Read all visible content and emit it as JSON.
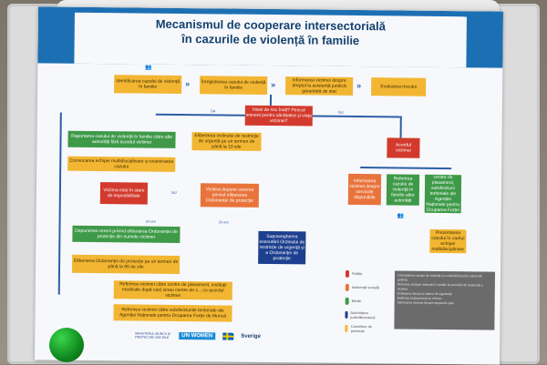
{
  "poster": {
    "title_line1": "Mecanismul de cooperare intersectorială",
    "title_line2": "în cazurile de violență în familie"
  },
  "flow": {
    "top": [
      "Identificarea cazului de violență în familie",
      "Înregistrarea cazului de violență în familie",
      "Informarea victimei despre dreptul la asistență juridică garantată de stat",
      "Evaluarea riscului"
    ],
    "risk_question": "Nivel de risc înalt? Pericol iminent pentru sănătatea și viața victimei?",
    "yes": "DA",
    "no": "NU",
    "left_col": [
      "Raportarea cazului de violență în familie către alte autorități fără acordul victimei",
      "Convocarea echipei multidisciplinare și examinarea cazului",
      "Victima este în stare de imposibilitate",
      "Depunerea cererii privind eliberarea Ordonanței de protecție din numele victimei",
      "Eliberarea Ordonanței de protecție pe un termen de până la 90 de zile"
    ],
    "mid_col": [
      "Eliberarea ordinului de restricție de urgență pe un termen de până la 10 zile",
      "Victima depune cererea privind eliberarea Ordonanței de protecție",
      "Supravegherea executării Ordinului de restricție de urgență și a Ordonanței de protecție"
    ],
    "bottom": [
      "Referirea victimei către centre de plasament, instituții medicale după caz) sinau centre de s.., cu acordul victimei",
      "Referirea victimei către subdiviziunile teritoriale ale Agenției Naționale pentru Ocuparea Forței de Muncă"
    ],
    "right_col": [
      "Acordul victimei",
      "Informarea victimei despre serviciile disponibile",
      "Referirea cazului de violență în familie altor autorități",
      "Referirea victimei către centre de plasament, subdiviziuni teritoriale ale Agenției Naționale pentru Ocuparea Forței de Muncă și alte servicii",
      "Prezentarea cazului în cadrul echipei multidisciplinare"
    ],
    "yes_label_small": "24 ore",
    "yes_label_small2": "24 ore"
  },
  "legend": [
    "Poliția",
    "Asistență socială",
    "Medic",
    "Autoritatea judecătorească",
    "Consiliere de protecție"
  ],
  "notes": [
    "Constatarea cazului de violență și a solicitării pentru asistență juridică",
    "Referirea victimei violenței în familie la serviciile de asistență a victimei",
    "Evaluarea riscului și planul de siguranță",
    "Evidența tratamentului și referire",
    "Informarea victimei despre drepturile sale"
  ],
  "logos": {
    "ministry": "MINISTERUL MUNCII ȘI PROTECȚIEI SOCIALE",
    "unwomen": "UN WOMEN",
    "sweden": "Sverige"
  }
}
